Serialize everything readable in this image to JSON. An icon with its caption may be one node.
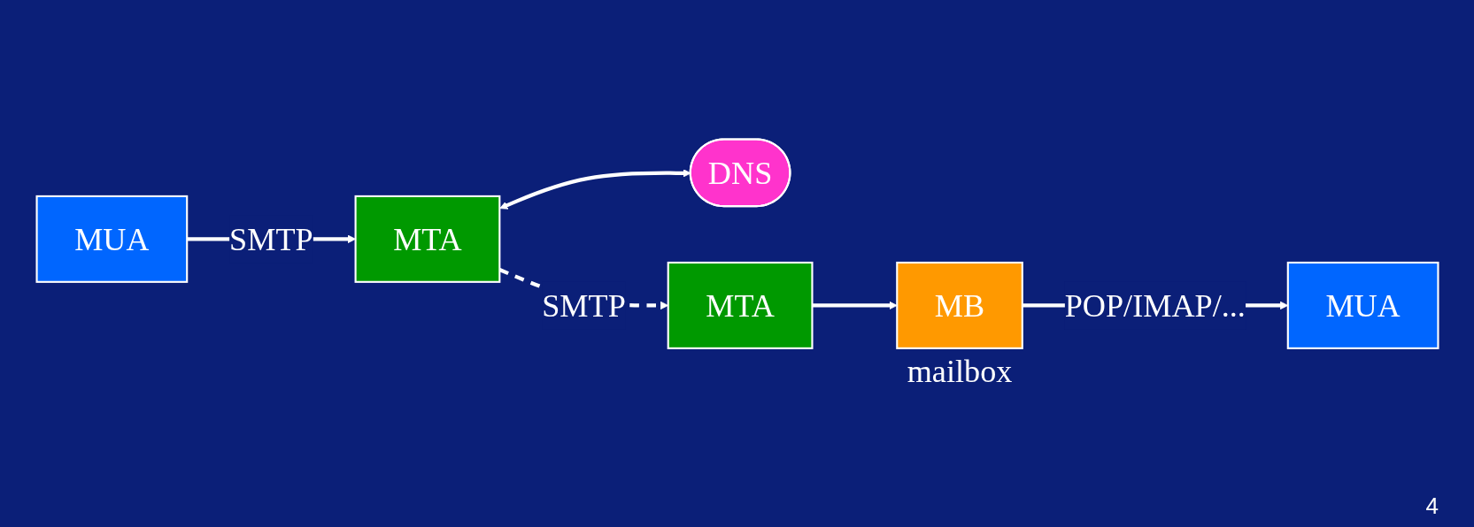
{
  "diagram": {
    "nodes": [
      {
        "text": [
          "MUA"
        ]
      },
      {
        "text": [
          "MTA"
        ]
      },
      {
        "text": [
          "DNS"
        ]
      },
      {
        "text": [
          "MTA"
        ]
      },
      {
        "text": [
          "MUA"
        ]
      },
      {
        "text": [
          "MB"
        ],
        "beside": [
          "mailbox"
        ]
      }
    ],
    "edges": [
      {
        "from": 0,
        "to": 1,
        "arrow": "to",
        "label": "SMTP"
      },
      {
        "from": 1,
        "to": 2,
        "arrow": "both"
      },
      {
        "from": 1,
        "to": 3,
        "arrow": "to",
        "label": "SMTP",
        "style": "dashed"
      },
      {
        "from": 3,
        "to": 5,
        "arrow": "to"
      },
      {
        "from": 5,
        "to": 4,
        "arrow": "to",
        "label": "POP/IMAP/..."
      }
    ],
    "labels": [
      "4"
    ]
  }
}
